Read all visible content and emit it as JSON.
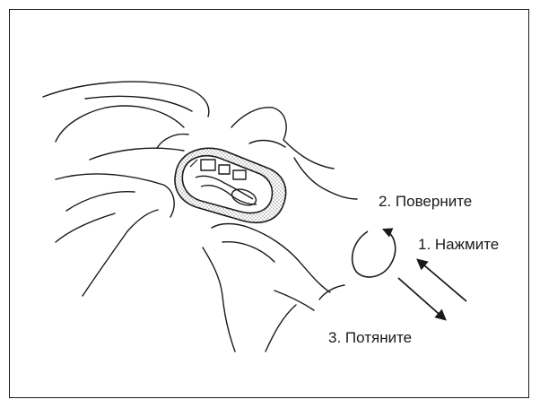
{
  "steps": {
    "press": "1. Нажмите",
    "rotate": "2. Поверните",
    "pull": "3. Потяните"
  },
  "icons": {
    "rotate": "circular-arrow-icon",
    "press": "arrow-up-left-icon",
    "pull": "arrow-down-right-icon"
  },
  "colors": {
    "line": "#1a1a1a",
    "background": "#ffffff",
    "shading": "#9a9a9a"
  }
}
